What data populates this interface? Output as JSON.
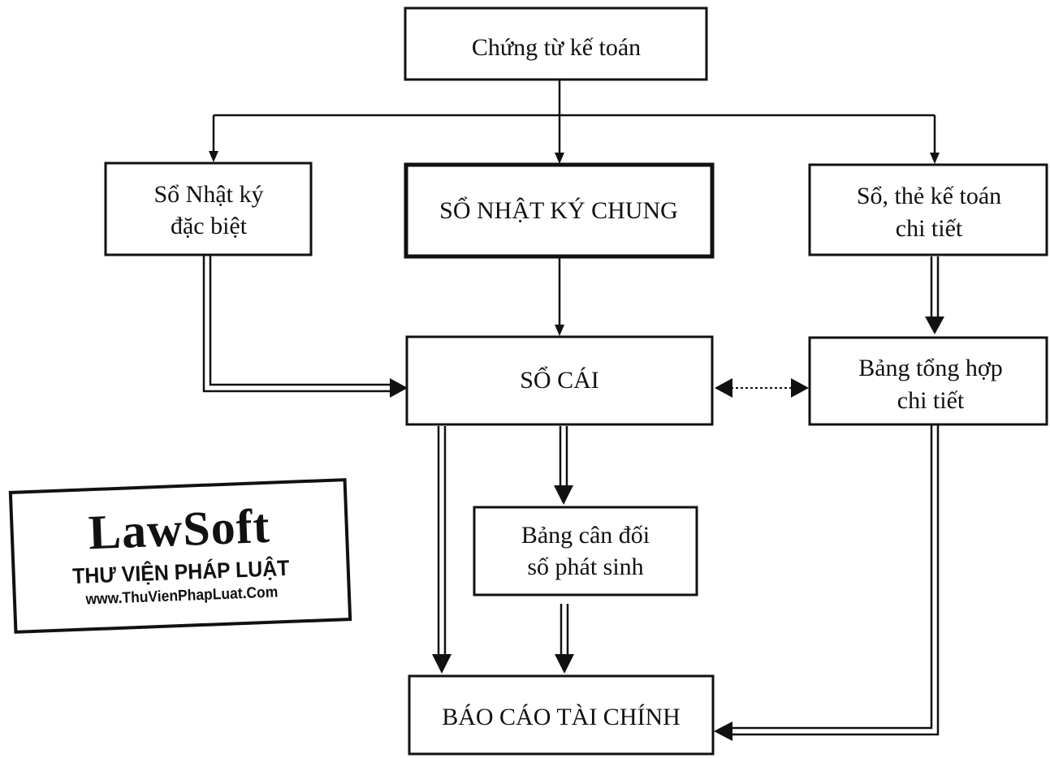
{
  "diagram": {
    "nodes": {
      "chung_tu": {
        "line1": "Chứng từ kế toán"
      },
      "nhat_ky_dac_biet": {
        "line1": "Sổ Nhật ký",
        "line2": "đặc biệt"
      },
      "nhat_ky_chung": {
        "line1": "SỔ NHẬT KÝ CHUNG"
      },
      "the_ke_toan": {
        "line1": "Sổ, thẻ kế toán",
        "line2": "chi tiết"
      },
      "so_cai": {
        "line1": "SỔ CÁI"
      },
      "bang_tong_hop": {
        "line1": "Bảng tổng hợp",
        "line2": "chi tiết"
      },
      "bang_can_doi": {
        "line1": "Bảng cân đối",
        "line2": "số phát sinh"
      },
      "bao_cao": {
        "line1": "BÁO CÁO TÀI CHÍNH"
      }
    }
  },
  "watermark": {
    "title": "LawSoft",
    "subtitle": "THƯ VIỆN PHÁP LUẬT",
    "url": "www.ThuVienPhapLuat.Com"
  }
}
